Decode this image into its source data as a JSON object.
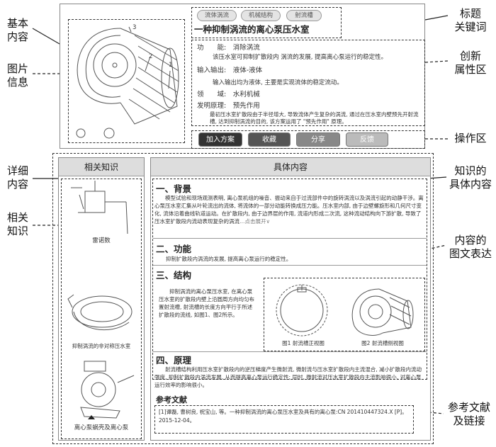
{
  "annotations": {
    "basic_content": "基本\n内容",
    "image_info": "图片\n信息",
    "title_keywords": "标题\n关键词",
    "innovation_attrs": "创新\n属性区",
    "operation_area": "操作区",
    "detail_content": "详细\n内容",
    "related_knowledge": "相关\n知识",
    "knowledge_content": "知识的\n具体内容",
    "content_graphic": "内容的\n图文表达",
    "references_links": "参考文献\n及链接"
  },
  "card": {
    "tags": [
      "流体涡流",
      "机械结构",
      "射流槽"
    ],
    "title": "一种抑制涡流的离心泵压水室",
    "fields": [
      {
        "label": "功　　能:",
        "value": "消除涡流",
        "desc": "该压水室可抑制扩散段内 涡流的发展, 提高离心泵运行的稳定性。"
      },
      {
        "label": "输入输出:",
        "value": "液体-液体",
        "desc": "输入输出均为液体, 主要是实现流体的稳定流动。"
      },
      {
        "label": "领　　域:",
        "value": "水利机械",
        "desc": ""
      },
      {
        "label": "发明原理:",
        "value": "预先作用",
        "desc": "最初压水室扩散段由于半径增大, 导致流体产生复杂的涡流, 通过在压水室内壁预先开射流槽, 达到抑制涡流的目的, 该方案运用了 \"预先作用\" 原理。"
      }
    ],
    "drawing_numbers": [
      "3",
      "2",
      "1"
    ],
    "buttons": [
      "加入方案",
      "收藏",
      "分享",
      "反馈"
    ]
  },
  "sidebar": {
    "header": "相关知识",
    "items": [
      "雷诺数",
      "抑制涡流的非对称压水室",
      "离心泵蜗壳及离心泵"
    ]
  },
  "main": {
    "header": "具体内容",
    "sections": [
      {
        "title": "一、背景",
        "text": "模型试验和现场观测表明, 离心泵机组的噪音、振动来自于过流部件中的旋转涡流以及涡流引起的动静干涉。离心泵压水室汇集从叶轮流出的流体, 将流体的一部分动能转换成压力能。压水室内部, 由于边壁螺旋形和几何尺寸变化, 流体沿着曲线轨道运动。在扩散段内, 由于边界层的作用, 流道内形成二次流, 这种流动结构向下游扩散, 导致了压水室扩散段内流动表现复杂的涡流",
        "more": "…点击展开∨"
      },
      {
        "title": "二、功能",
        "text": "抑制扩散段内涡流的发展, 提高离心泵运行的稳定性。"
      },
      {
        "title": "三、结构",
        "text": "抑制涡流的离心泵压水室, 在离心泵压水室的扩散段内壁上沿圆周方向均匀布置射流槽, 射流槽的长度方向平行于所述扩散段的流线, 如图1、图2所示。",
        "fig1": "图1 射流槽正视图",
        "fig2": "图2 射流槽侧视图"
      },
      {
        "title": "四、原理",
        "text": "射流槽结构利用压水室扩散段内的逆压梯度产生微射流, 微射流与压水室扩散段内主流混合, 减小扩散段内流动强度, 抑制扩散段内涡流发展, 从而提高离心泵运行稳定性; 同时, 微射流对压水室扩散段内主流影响很小, 对离心泵运行效率的影响很小。"
      },
      {
        "title": "参考文献",
        "text": "[1]谭磊, 曹树良, 祝宝山, 等。一种抑制涡流的离心泵压水室及具有的离心泵:CN 201410447324.X [P]。2015-12-04。"
      }
    ]
  }
}
